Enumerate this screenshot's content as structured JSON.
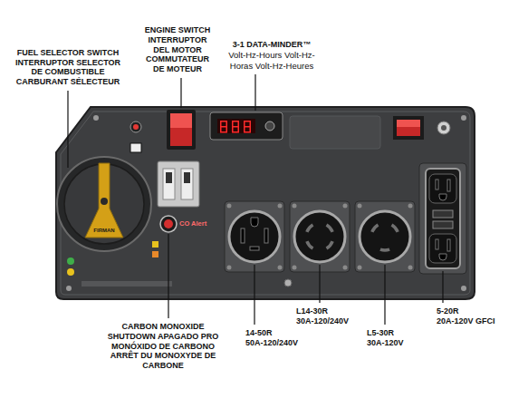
{
  "diagram": {
    "labels": [
      "FUEL SELECTOR SWITCH INTERRUPTOR SELECTOR DE COMBUSTIBLE CARBURANT SÉLECTEUR",
      "ENGINE SWITCH INTERRUPTOR DEL MOTOR COMMUTATEUR DE MOTEUR",
      "3-1 DATA-MINDER™",
      "Volt-Hz-Hours Volt-Hz-Horas Volt-Hz-Heures",
      "14-50R",
      "50A-120/240V",
      "L14-30R",
      "30A-120/240V",
      "L5-30R",
      "30A-120V",
      "5-20R",
      "20A-120V GFCI",
      "CARBON MONOXIDE SHUTDOWN APAGADO PRO MONÓXIDO DE CARBONO ARRÊT DU MONOXYDE DE CARBONE",
      "CO Alert",
      "FIRMAN"
    ]
  }
}
